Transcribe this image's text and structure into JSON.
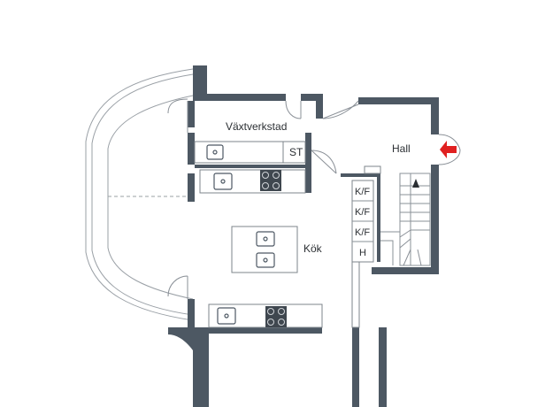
{
  "rooms": {
    "vaxtverkstad": "Växtverkstad",
    "st": "ST",
    "hall": "Hall",
    "kok": "Kök"
  },
  "closets": [
    "K/F",
    "K/F",
    "K/F",
    "H"
  ],
  "colors": {
    "wall": "#4d5863",
    "entrance_marker": "#e02020"
  },
  "icons": {
    "entrance": "entrance-arrow-icon",
    "stair_direction": "stair-up-arrow-icon"
  }
}
